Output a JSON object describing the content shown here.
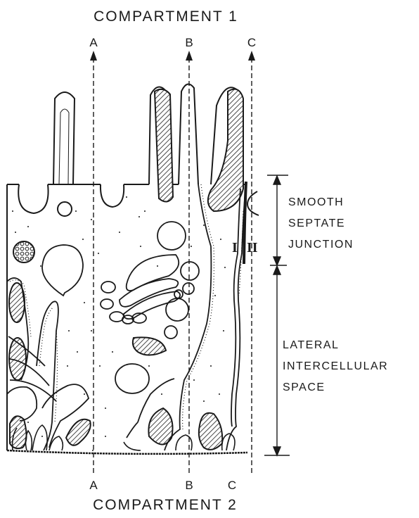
{
  "titles": {
    "top": "COMPARTMENT 1",
    "bottom": "COMPARTMENT 2"
  },
  "planes": [
    {
      "id": "A",
      "top_label": "A",
      "bottom_label": "A"
    },
    {
      "id": "B",
      "top_label": "B",
      "bottom_label": "B"
    },
    {
      "id": "C",
      "top_label": "C",
      "bottom_label": "C"
    }
  ],
  "regions": {
    "septate_junction": [
      "SMOOTH",
      "SEPTATE",
      "JUNCTION"
    ],
    "lateral_space": [
      "LATERAL",
      "INTERCELLULAR",
      "SPACE"
    ]
  },
  "membranes": {
    "left": "I",
    "right": "II"
  }
}
